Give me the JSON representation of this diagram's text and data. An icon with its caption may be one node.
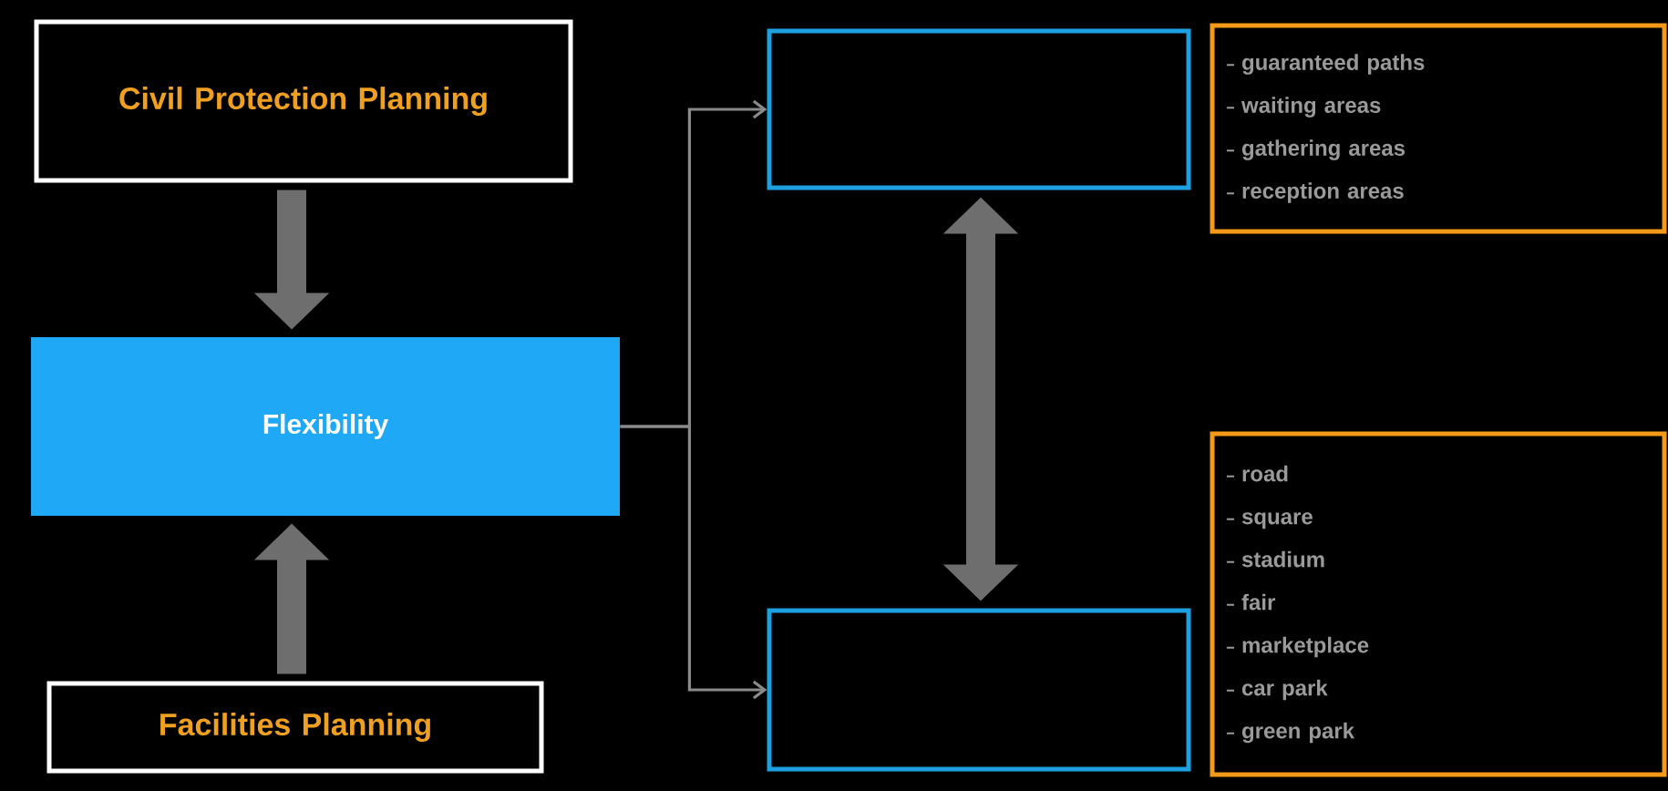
{
  "diagram": {
    "nodes": [
      {
        "text": [
          "Civil Protection Planning"
        ]
      },
      {
        "text": [
          "Flexibility"
        ]
      },
      {
        "text": [
          "Facilities Planning"
        ]
      },
      {
        "text": [],
        "shape": "box"
      },
      {
        "text": [],
        "shape": "box"
      },
      {
        "text": [
          "guaranteed paths",
          "waiting areas",
          "gathering areas",
          "reception areas"
        ]
      },
      {
        "text": [
          "road",
          "square",
          "stadium",
          "fair",
          "marketplace",
          "car park",
          "green park"
        ]
      }
    ],
    "edges": [
      {
        "from": 0,
        "to": 1,
        "arrow": "to"
      },
      {
        "from": 2,
        "to": 1,
        "arrow": "to"
      },
      {
        "from": 1,
        "to": 3,
        "arrow": "to"
      },
      {
        "from": 1,
        "to": 4,
        "arrow": "to"
      },
      {
        "from": 3,
        "to": 4,
        "arrow": "both"
      }
    ]
  }
}
